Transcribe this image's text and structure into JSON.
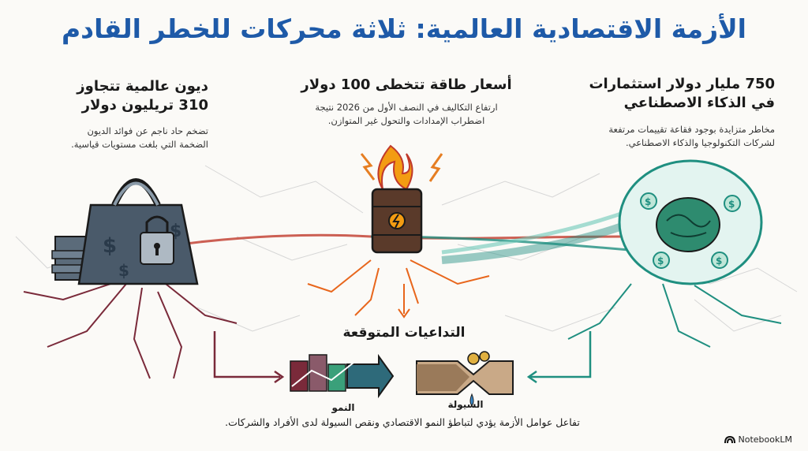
{
  "title": "الأزمة الاقتصادية العالمية: ثلاثة محركات للخطر القادم",
  "engines": {
    "ai": {
      "heading_line1": "750 مليار دولار استثمارات",
      "heading_line2": "في الذكاء الاصطناعي",
      "desc_line1": "مخاطر متزايدة بوجود فقاعة تقييمات مرتفعة",
      "desc_line2": "لشركات التكنولوجيا والذكاء الاصطناعي."
    },
    "energy": {
      "heading": "أسعار طاقة تتخطى 100 دولار",
      "desc_line1": "ارتفاع التكاليف في النصف الأول من 2026 نتيجة",
      "desc_line2": "اضطراب الإمدادات والتحول غير المتوازن."
    },
    "debt": {
      "heading_line1": "ديون عالمية تتجاوز",
      "heading_line2": "310 تريليون دولار",
      "desc_line1": "تضخم حاد ناجم عن فوائد الديون",
      "desc_line2": "الضخمة التي بلغت مستويات قياسية."
    }
  },
  "consequences": {
    "heading": "التداعيات المتوقعة",
    "liquidity_label": "السيولة",
    "growth_label": "النمو",
    "summary": "تفاعل عوامل الأزمة يؤدي لتباطؤ النمو الاقتصادي ونقص السيولة لدى الأفراد والشركات."
  },
  "brand": "NotebookLM",
  "colors": {
    "title": "#1e5aa8",
    "debt": "#7a2a3a",
    "energy": "#e8661c",
    "ai": "#1f8f80"
  }
}
